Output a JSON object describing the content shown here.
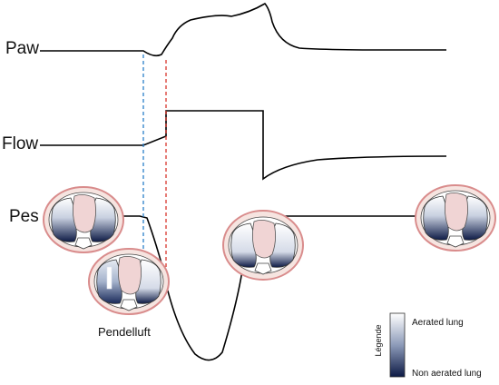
{
  "traces": {
    "paw": "Paw",
    "flow": "Flow",
    "pes": "Pes"
  },
  "annotation": {
    "pendelluft": "Pendelluft"
  },
  "legend": {
    "title": "Légende",
    "top_label": "Aerated lung",
    "bottom_label": "Non aerated lung",
    "colors": {
      "aerated": "#ffffff",
      "non_aerated": "#0d1a45"
    }
  },
  "colors": {
    "trace": "#000000",
    "inspiratory_onset_marker": "#2a7fc9",
    "flow_onset_marker": "#d9362c",
    "chest_outline": "#d98c8c",
    "chest_fill": "#f6e4e0",
    "heart": "#f0d4d4"
  }
}
